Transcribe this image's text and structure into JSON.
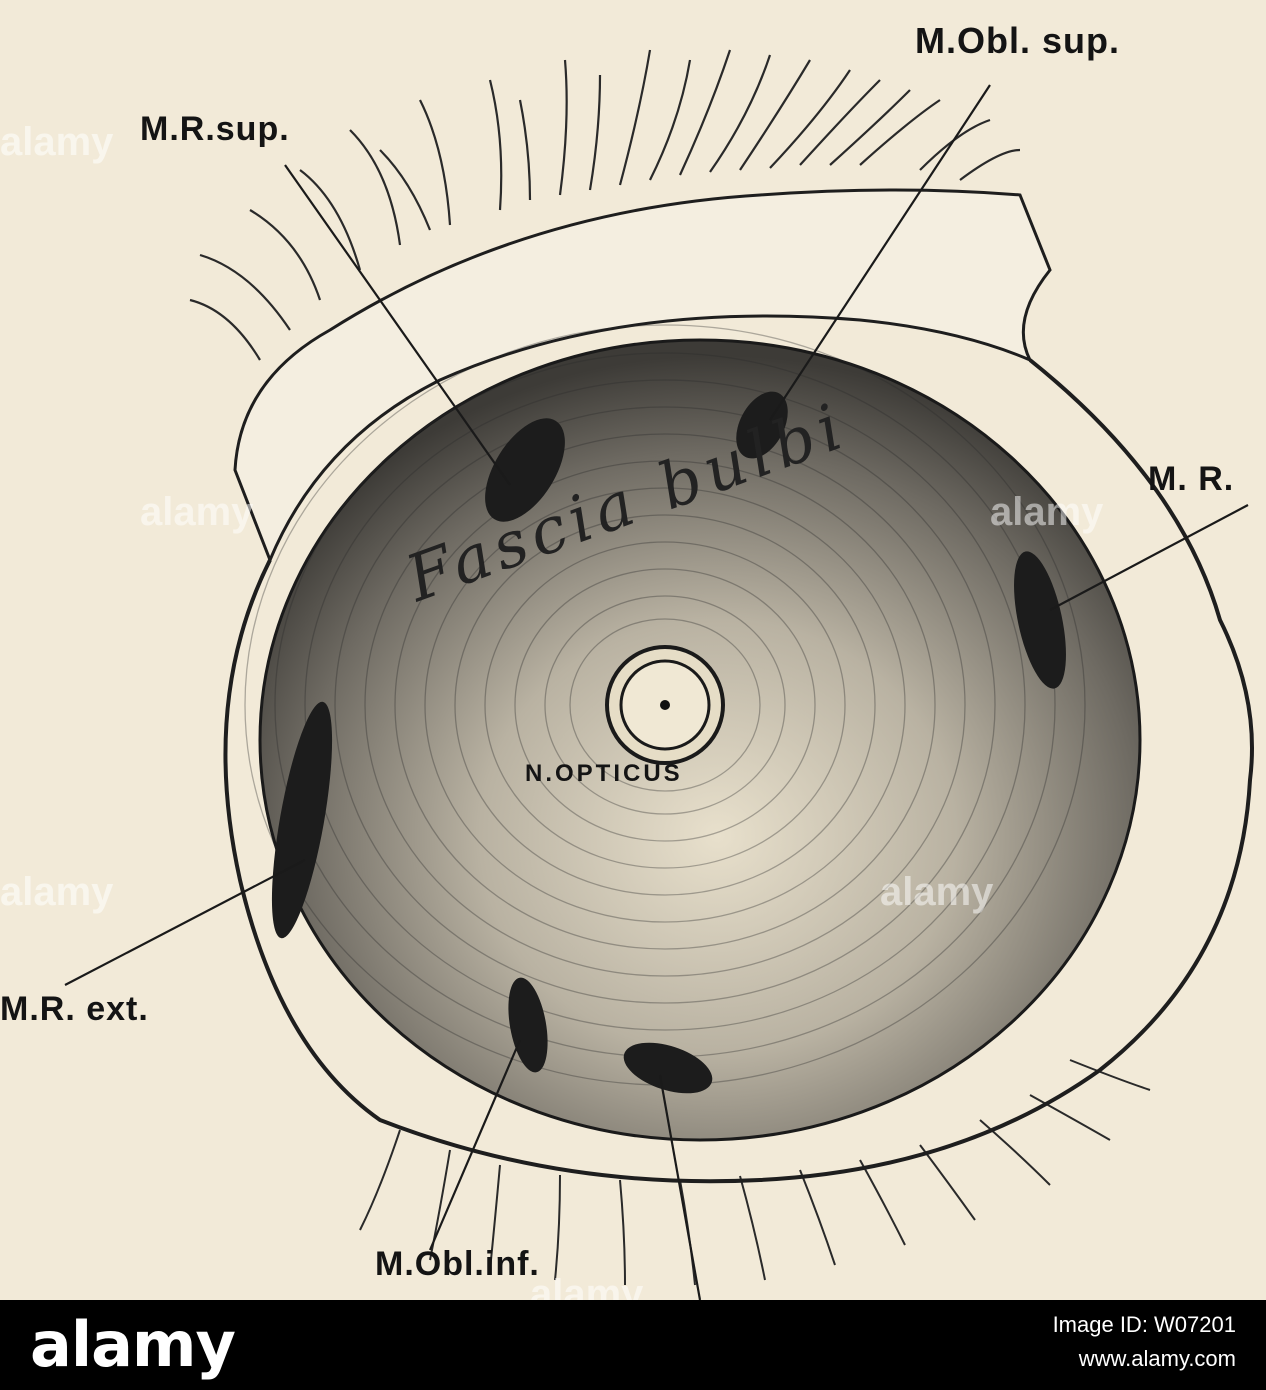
{
  "labels": {
    "m_r_sup": "M.R.sup.",
    "m_obl_sup": "M.Obl. sup.",
    "m_r_int": "M. R.",
    "m_r_ext": "M.R. ext.",
    "m_obl_inf": "M.Obl.inf.",
    "n_opticus": "N.OPTICUS",
    "fascia_bulbi": "Fascia bulbi"
  },
  "watermark": {
    "text": "alamy"
  },
  "footer": {
    "logo": "alamy",
    "image_id": "Image ID: W07201",
    "url": "www.alamy.com"
  },
  "colors": {
    "paper": "#f2ead8",
    "ink": "#141414",
    "footer_bg": "#000000",
    "footer_text": "#ffffff"
  }
}
